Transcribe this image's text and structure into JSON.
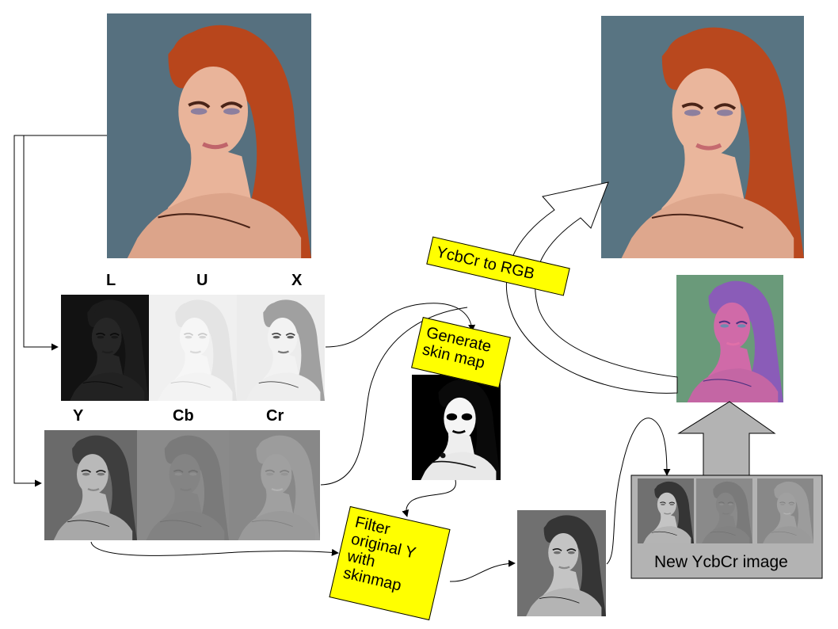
{
  "channels_top": {
    "l": "L",
    "u": "U",
    "x": "X"
  },
  "channels_bottom": {
    "y": "Y",
    "cb": "Cb",
    "cr": "Cr"
  },
  "steps": {
    "generate_skin_map": "Generate\nskin map",
    "filter_y": "Filter\noriginal Y\nwith\nskinmap",
    "ycbcr_to_rgb": "YcbCr to RGB"
  },
  "new_ycbcr_label": "New YcbCr image",
  "colors": {
    "label_background": "#ffff00",
    "panel_gray": "#b3b3b3",
    "hair": "#b8461c",
    "background_teal": "#4f6e80"
  }
}
